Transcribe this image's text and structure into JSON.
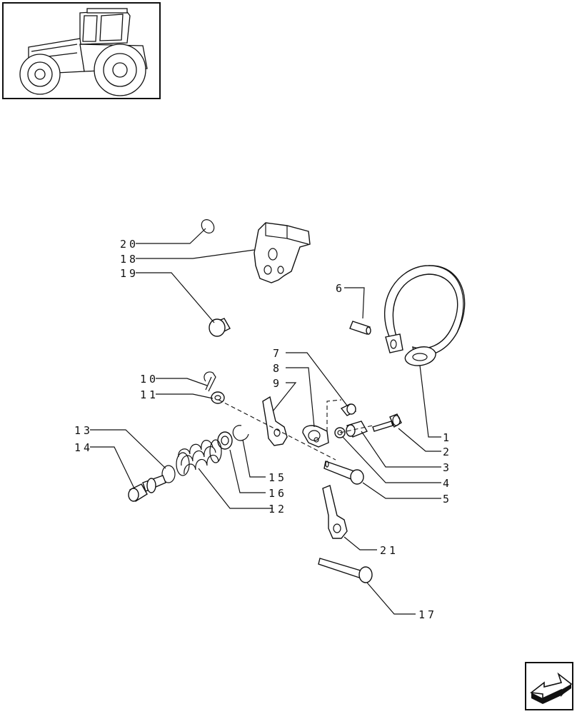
{
  "thumbnail": {
    "icon": "tractor-icon"
  },
  "nav": {
    "icon": "next-page-arrow-icon"
  },
  "callouts": {
    "c1": "1",
    "c2": "2",
    "c3": "3",
    "c4": "4",
    "c5": "5",
    "c6": "6",
    "c7": "7",
    "c8": "8",
    "c9": "9",
    "c10": "10",
    "c11": "11",
    "c12": "12",
    "c13": "13",
    "c14": "14",
    "c15": "15",
    "c16": "16",
    "c17": "17",
    "c18": "18",
    "c19": "19",
    "c20": "20",
    "c21": "21"
  }
}
